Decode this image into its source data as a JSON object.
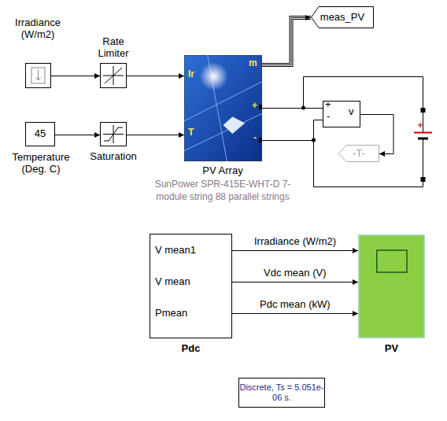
{
  "diagram": {
    "nodes": [
      {
        "text": [
          "Irradiance (W/m2)"
        ]
      },
      {
        "text": [
          "Rate Limiter"
        ]
      },
      {
        "text": [
          "45",
          "Temperature (Deg. C)"
        ]
      },
      {
        "text": [
          "Saturation"
        ]
      },
      {
        "text": [
          "Ir",
          "T",
          "m",
          "+",
          "-",
          "PV Array",
          "SunPower SPR-415E-WHT-D 7-module string 88 parallel strings"
        ]
      },
      {
        "text": [
          "meas_PV"
        ]
      },
      {
        "text": [
          "+",
          "-",
          "v"
        ]
      },
      {
        "text": [
          "-T-"
        ]
      },
      {
        "text": [
          "V mean1",
          "V mean",
          "Pmean",
          "Pdc"
        ]
      },
      {
        "text": [
          "PV"
        ]
      },
      {
        "text": [
          "Discrete, Ts = 5.051e-06 s."
        ]
      }
    ],
    "edges": [
      {
        "from": 0,
        "to": 1,
        "arrow": "to"
      },
      {
        "from": 1,
        "to": 4,
        "arrow": "to"
      },
      {
        "from": 2,
        "to": 3,
        "arrow": "to"
      },
      {
        "from": 3,
        "to": 4,
        "arrow": "to"
      },
      {
        "from": 4,
        "to": 5,
        "arrow": "to"
      },
      {
        "from": 4,
        "to": 6,
        "arrow": "none"
      },
      {
        "from": 4,
        "to": 6,
        "arrow": "none"
      },
      {
        "from": 6,
        "to": 7,
        "arrow": "to"
      },
      {
        "from": 8,
        "to": 9,
        "label": "Irradiance (W/m2)",
        "arrow": "to"
      },
      {
        "from": 8,
        "to": 9,
        "label": "Vdc mean (V)",
        "arrow": "to"
      },
      {
        "from": 8,
        "to": 9,
        "label": "Pdc mean (kW)",
        "arrow": "to"
      }
    ]
  }
}
